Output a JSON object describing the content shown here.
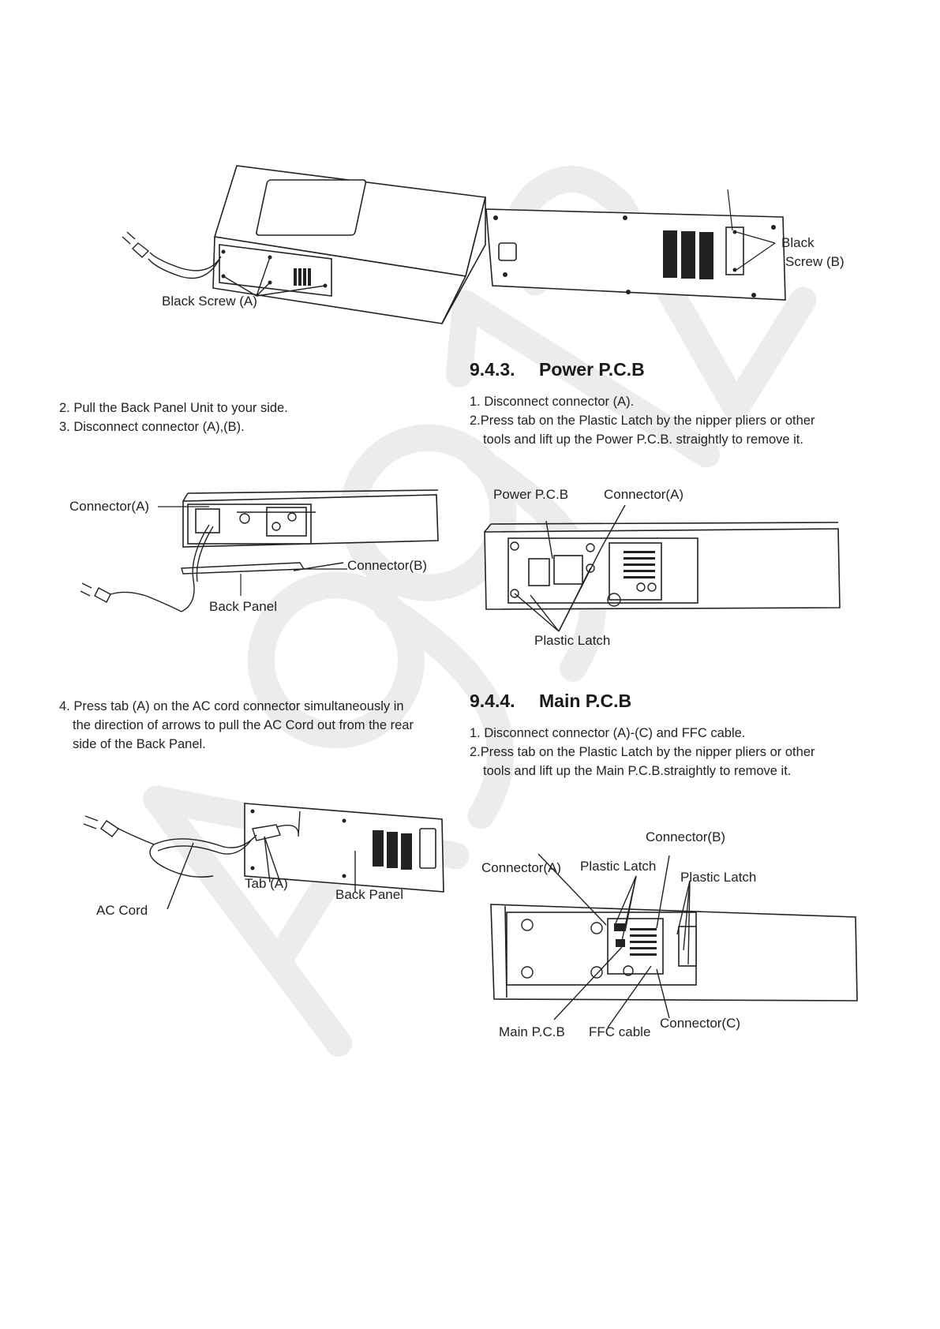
{
  "left_column": {
    "fig1": {
      "label_black_screw_a": "Black Screw (A)"
    },
    "steps_2_3": [
      "2. Pull the Back Panel Unit to your side.",
      "3. Disconnect connector (A),(B)."
    ],
    "fig2": {
      "label_connector_a": "Connector(A)",
      "label_connector_b": "Connector(B)",
      "label_back_panel": "Back Panel"
    },
    "step_4": {
      "line1": "4. Press tab (A) on the AC cord connector simultaneously in",
      "line2": "the direction of arrows to pull the AC Cord out from the rear",
      "line3": "side of the Back Panel."
    },
    "fig3": {
      "label_tab_a": "Tab (A)",
      "label_back_panel": "Back Panel",
      "label_ac_cord": "AC Cord"
    }
  },
  "right_column": {
    "fig_back_panel": {
      "label_black": "Black",
      "label_screw_b": "Screw (B)"
    },
    "section_943": {
      "number": "9.4.3.",
      "title": "Power  P.C.B",
      "step1": "1. Disconnect connector (A).",
      "step2_line1": "2.Press tab on the Plastic Latch by the nipper pliers or other",
      "step2_line2": "tools and lift up the Power P.C.B. straightly to remove it.",
      "fig": {
        "label_power_pcb": "Power  P.C.B",
        "label_connector_a": "Connector(A)",
        "label_plastic_latch": "Plastic Latch"
      }
    },
    "section_944": {
      "number": "9.4.4.",
      "title": "Main  P.C.B",
      "step1": "1. Disconnect connector (A)-(C) and FFC cable.",
      "step2_line1": "2.Press tab on the Plastic Latch by the nipper pliers or other",
      "step2_line2": "tools and lift up the Main P.C.B.straightly to remove it.",
      "fig": {
        "label_connector_b": "Connector(B)",
        "label_connector_a": "Connector(A)",
        "label_plastic_latch_1": "Plastic Latch",
        "label_plastic_latch_2": "Plastic Latch",
        "label_main_pcb": "Main  P.C.B",
        "label_ffc_cable": "FFC cable",
        "label_connector_c": "Connector(C)"
      }
    }
  }
}
